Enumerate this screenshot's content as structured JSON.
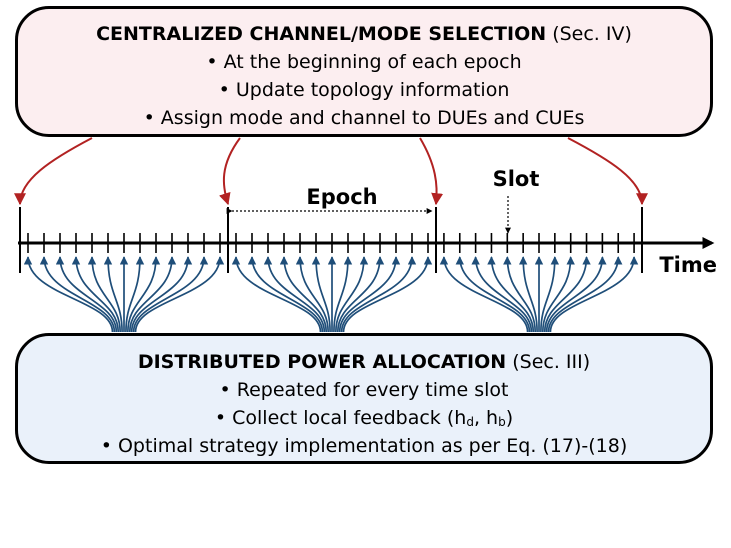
{
  "top_box": {
    "title": "CENTRALIZED CHANNEL/MODE SELECTION",
    "section": "(Sec. IV)",
    "bullets": [
      "• At the beginning of each epoch",
      "• Update topology information",
      "• Assign mode and channel to DUEs and CUEs"
    ]
  },
  "bottom_box": {
    "title": "DISTRIBUTED POWER ALLOCATION",
    "section": "(Sec. III)",
    "bullets": [
      "• Repeated for every time slot",
      "• Optimal strategy implementation as per Eq. (17)-(18)"
    ],
    "feedback": {
      "prefix": "• Collect local feedback (h",
      "sub_d": "d",
      "sep": ", h",
      "sub_b": "b",
      "suffix": ")"
    }
  },
  "timeline": {
    "epoch_label": "Epoch",
    "slot_label": "Slot",
    "time_label": "Time"
  },
  "colors": {
    "red_arrow": "#b22222",
    "blue_arrow": "#1f4e79",
    "top_fill": "#fceef0",
    "bottom_fill": "#eaf1fa"
  }
}
